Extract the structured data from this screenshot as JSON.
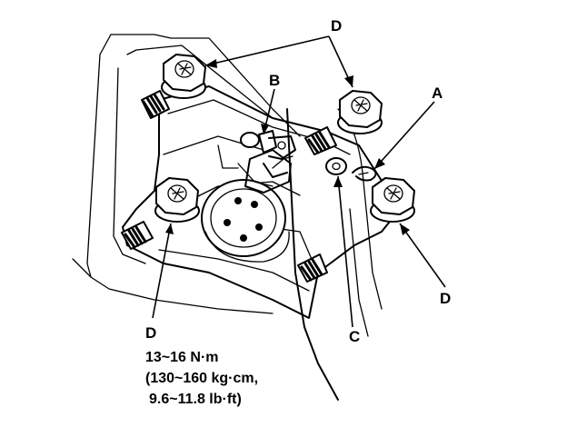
{
  "callouts": {
    "a": "A",
    "b": "B",
    "c": "C",
    "d_top": "D",
    "d_right": "D",
    "d_left": "D"
  },
  "torque_spec": {
    "line1": "13~16 N·m",
    "line2": "(130~160 kg·cm,",
    "line3": "9.6~11.8 lb·ft)"
  }
}
